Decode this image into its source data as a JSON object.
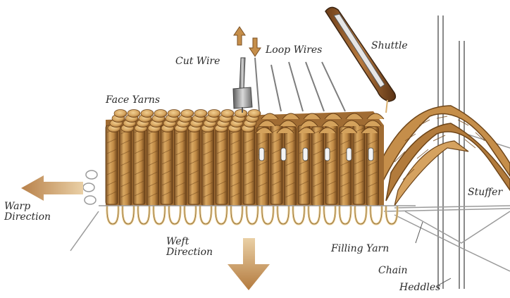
{
  "labels": {
    "cut_wire": "Cut Wire",
    "loop_wires": "Loop Wires",
    "shuttle": "Shuttle",
    "face_yarns": "Face Yarns",
    "warp_direction": "Warp Direction",
    "weft_direction": "Weft Direction",
    "stuffer": "Stuffer",
    "filling_yarn": "Filling Yarn",
    "chain": "Chain",
    "heddles": "Heddles"
  },
  "colors": {
    "yarn_light": "#e2b877",
    "yarn_mid": "#c08a45",
    "yarn_dark": "#7a4f22",
    "arrow": "#c89856",
    "wire": "#8a8a8a",
    "label": "#2a2a2a"
  }
}
